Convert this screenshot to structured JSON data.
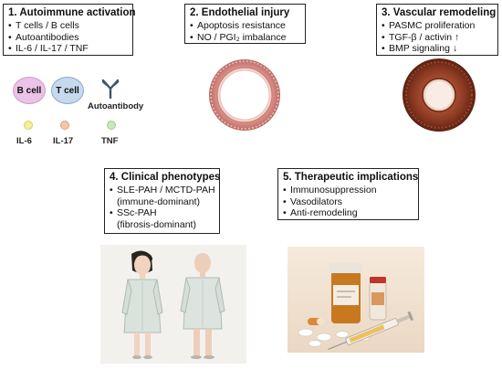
{
  "boxes": {
    "box1": {
      "title": "1. Autoimmune activation",
      "items": [
        "T cells / B cells",
        "Autoantibodies",
        "IL-6 / IL-17 / TNF"
      ]
    },
    "box2": {
      "title": "2. Endothelial injury",
      "items": [
        "Apoptosis resistance",
        "NO / PGI₂ imbalance"
      ]
    },
    "box3": {
      "title": "3. Vascular remodeling",
      "items": [
        "PASMC proliferation",
        "TGF-β / activin ↑",
        "BMP signaling ↓"
      ]
    },
    "box4": {
      "title": "4. Clinical phenotypes",
      "items": [
        "SLE-PAH / MCTD-PAH",
        "(immune-dominant)",
        "SSc-PAH",
        "(fibrosis-dominant)"
      ]
    },
    "box5": {
      "title": "5. Therapeutic implications",
      "items": [
        "Immunosuppression",
        "Vasodilators",
        "Anti-remodeling"
      ]
    }
  },
  "immune": {
    "b_cell": "B cell",
    "t_cell": "T cell",
    "autoantibody": "Autoantibody",
    "il6": "IL-6",
    "il17": "IL-17",
    "tnf": "TNF"
  },
  "colors": {
    "b_cell": "#ecc3e8",
    "t_cell": "#c6d9ee",
    "antibody": "#3d5670",
    "il6": "#f3ef9a",
    "il17": "#f4c7a6",
    "tnf": "#c5eab5",
    "vessel_normal": "#d98c86",
    "vessel_thick": "#8c3a22"
  },
  "icons": {
    "antibody": "y-shaped-antibody-icon",
    "vessel_normal": "blood-vessel-cross-section",
    "vessel_remodeled": "thickened-vessel-cross-section",
    "patients": "patients-in-gowns-illustration",
    "medications": "pills-and-syringe-illustration"
  }
}
